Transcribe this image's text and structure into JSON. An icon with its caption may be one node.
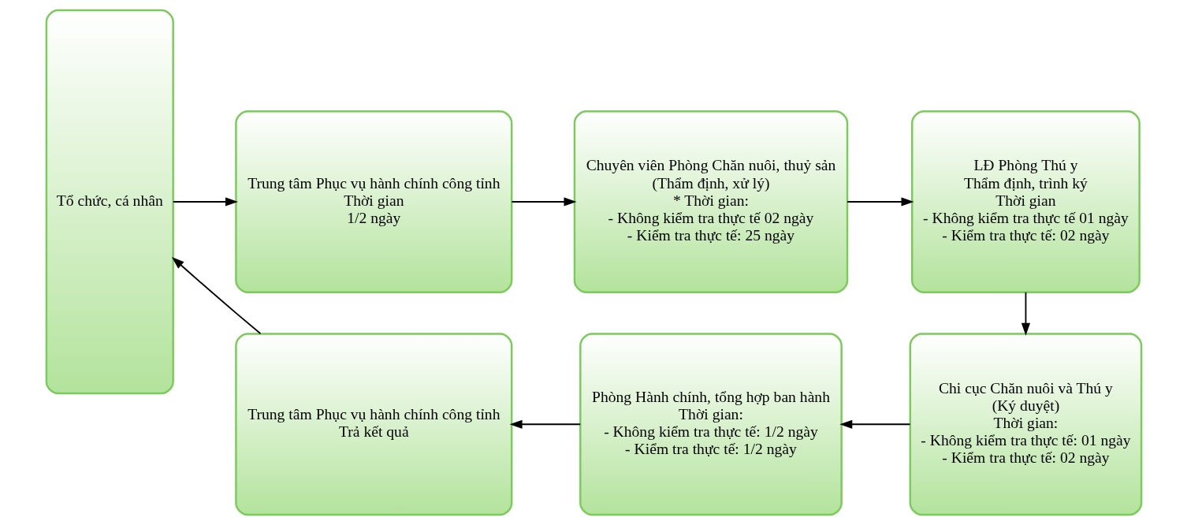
{
  "diagram": {
    "nodes": [
      {
        "text": [
          "Tổ chức, cá nhân"
        ]
      },
      {
        "text": [
          "Trung tâm Phục vụ hành chính công tỉnh",
          "Thời gian",
          "1/2 ngày"
        ]
      },
      {
        "text": [
          "Chuyên viên Phòng Chăn nuôi, thuỷ sản",
          "(Thẩm định, xử lý)",
          "* Thời gian:",
          "- Không kiểm tra thực tế 02 ngày",
          "- Kiểm tra thực tế: 25 ngày"
        ]
      },
      {
        "text": [
          "LĐ Phòng Thú y",
          "Thẩm định, trình ký",
          "Thời gian",
          "- Không kiểm tra thực tế 01 ngày",
          "- Kiểm tra thực tế: 02 ngày"
        ]
      },
      {
        "text": [
          "Chi cục Chăn nuôi và Thú y",
          "(Ký duyệt)",
          "Thời gian:",
          "- Không kiểm tra thực tế: 01 ngày",
          "- Kiểm tra thực tế: 02 ngày"
        ]
      },
      {
        "text": [
          "Phòng Hành chính, tổng hợp ban hành",
          "Thời gian:",
          "- Không kiểm tra thực tế: 1/2 ngày",
          "- Kiểm tra thực tế: 1/2 ngày"
        ]
      },
      {
        "text": [
          "Trung tâm Phục vụ hành chính công tỉnh",
          "Trả kết quả"
        ]
      }
    ],
    "edges": [
      {
        "from": 0,
        "to": 1,
        "arrow": "to"
      },
      {
        "from": 1,
        "to": 2,
        "arrow": "to"
      },
      {
        "from": 2,
        "to": 3,
        "arrow": "to"
      },
      {
        "from": 3,
        "to": 4,
        "arrow": "to"
      },
      {
        "from": 4,
        "to": 5,
        "arrow": "to"
      },
      {
        "from": 5,
        "to": 6,
        "arrow": "to"
      },
      {
        "from": 6,
        "to": 0,
        "arrow": "to"
      }
    ]
  }
}
